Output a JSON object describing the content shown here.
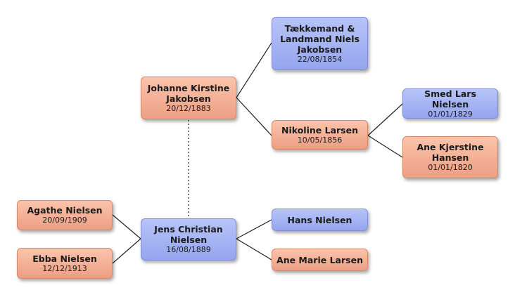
{
  "people": {
    "johanne": {
      "name": "Johanne Kirstine Jakobsen",
      "date": "20/12/1883",
      "gender": "female"
    },
    "taekkemand": {
      "name": "Tækkemand & Landmand Niels Jakobsen",
      "date": "22/08/1854",
      "gender": "male"
    },
    "nikoline": {
      "name": "Nikoline Larsen",
      "date": "10/05/1856",
      "gender": "female"
    },
    "smed": {
      "name": "Smed Lars Nielsen",
      "date": "01/01/1829",
      "gender": "male"
    },
    "ane_kjerstine": {
      "name": "Ane Kjerstine Hansen",
      "date": "01/01/1820",
      "gender": "female"
    },
    "agathe": {
      "name": "Agathe Nielsen",
      "date": "20/09/1909",
      "gender": "female"
    },
    "ebba": {
      "name": "Ebba Nielsen",
      "date": "12/12/1913",
      "gender": "female"
    },
    "jens": {
      "name": "Jens Christian Nielsen",
      "date": "16/08/1889",
      "gender": "male"
    },
    "hans": {
      "name": "Hans Nielsen",
      "gender": "male"
    },
    "ane_marie": {
      "name": "Ane Marie Larsen",
      "gender": "female"
    }
  },
  "colors": {
    "female_fill": "#f3ad92",
    "male_fill": "#a6b4f3",
    "connector": "#222222"
  }
}
